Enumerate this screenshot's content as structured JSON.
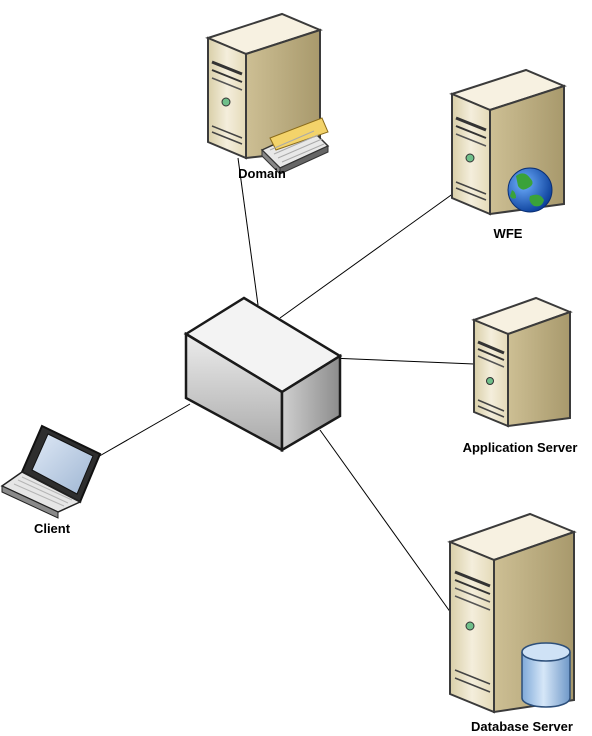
{
  "diagram": {
    "nodes": {
      "domain": {
        "label": "Domain",
        "icon": "server-with-keyboard-icon"
      },
      "wfe": {
        "label": "WFE",
        "icon": "web-server-globe-icon"
      },
      "app": {
        "label": "Application Server",
        "icon": "server-tower-icon"
      },
      "db": {
        "label": "Database Server",
        "icon": "database-server-icon"
      },
      "client": {
        "label": "Client",
        "icon": "laptop-icon"
      },
      "hub": {
        "label": "",
        "icon": "network-hub-box-icon"
      }
    },
    "edges": [
      {
        "from": "hub",
        "to": "domain"
      },
      {
        "from": "hub",
        "to": "wfe"
      },
      {
        "from": "hub",
        "to": "app"
      },
      {
        "from": "hub",
        "to": "db"
      },
      {
        "from": "hub",
        "to": "client"
      }
    ],
    "colors": {
      "server_front": "#efe7cf",
      "server_side": "#c9b98d",
      "server_top": "#f7f1e1",
      "hub_front": "#d8d8d8",
      "hub_side": "#9a9a9a",
      "hub_top": "#f0f0f0",
      "globe": "#1f6fd1",
      "land": "#3aa23a",
      "db_cylinder": "#9fc3ea"
    }
  }
}
